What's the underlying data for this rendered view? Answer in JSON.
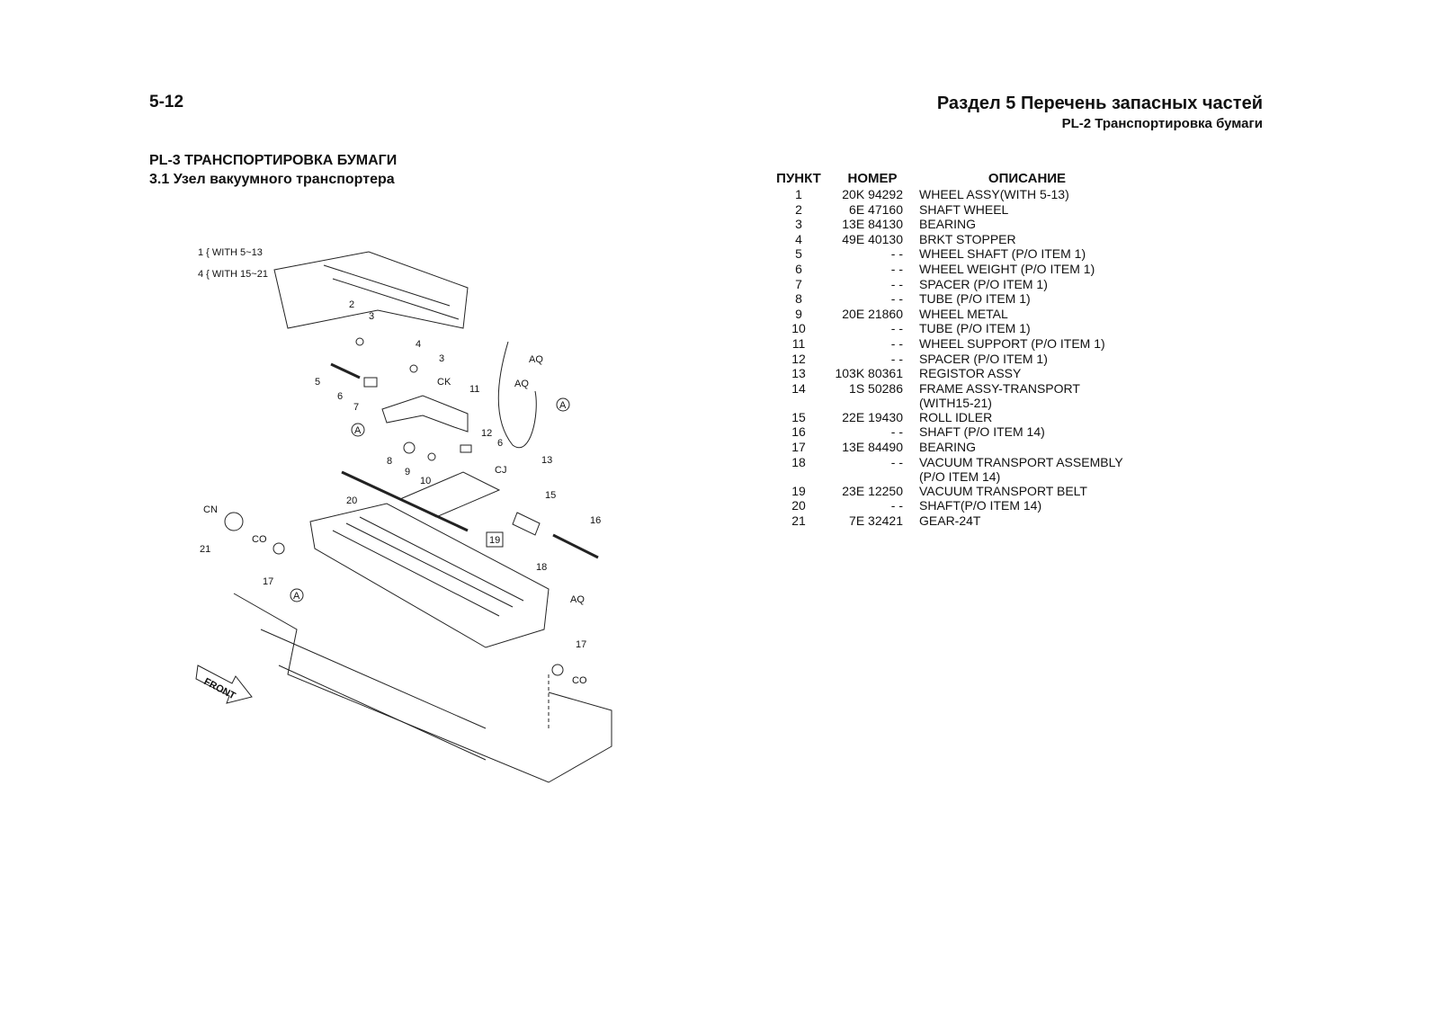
{
  "header": {
    "page_number": "5-12",
    "section_title": "Раздел 5 Перечень запасных частей",
    "section_subtitle": "PL-2 Транспортировка бумаги"
  },
  "figure": {
    "title": "PL-3 ТРАНСПОРТИРОВКА БУМАГИ",
    "subtitle": "3.1 Узел вакуумного транспортера",
    "legend_1": "1 { WITH 5~13",
    "legend_4": "4 { WITH 15~21",
    "front_label": "FRONT",
    "callouts": [
      "1",
      "2",
      "3",
      "3",
      "4",
      "5",
      "6",
      "6",
      "7",
      "8",
      "9",
      "10",
      "11",
      "12",
      "13",
      "15",
      "16",
      "17",
      "17",
      "18",
      "19",
      "20",
      "21"
    ],
    "connectors": [
      "AQ",
      "AQ",
      "AQ",
      "CK",
      "CJ",
      "CN",
      "CO",
      "CO",
      "A",
      "A",
      "A"
    ]
  },
  "table": {
    "headers": {
      "item": "ПУНКТ",
      "number": "НОМЕР",
      "description": "ОПИСАНИЕ"
    },
    "rows": [
      {
        "item": "1",
        "number": "20K 94292",
        "desc": "WHEEL ASSY(WITH 5-13)",
        "desc2": ""
      },
      {
        "item": "2",
        "number": "6E 47160",
        "desc": "SHAFT WHEEL",
        "desc2": ""
      },
      {
        "item": "3",
        "number": "13E 84130",
        "desc": "BEARING",
        "desc2": ""
      },
      {
        "item": "4",
        "number": "49E 40130",
        "desc": "BRKT STOPPER",
        "desc2": ""
      },
      {
        "item": "5",
        "number": "- -",
        "desc": "WHEEL SHAFT (P/O ITEM 1)",
        "desc2": ""
      },
      {
        "item": "6",
        "number": "- -",
        "desc": "WHEEL WEIGHT (P/O ITEM 1)",
        "desc2": ""
      },
      {
        "item": "7",
        "number": "- -",
        "desc": "SPACER (P/O ITEM 1)",
        "desc2": ""
      },
      {
        "item": "8",
        "number": "- -",
        "desc": "TUBE (P/O ITEM 1)",
        "desc2": ""
      },
      {
        "item": "9",
        "number": "20E 21860",
        "desc": "WHEEL METAL",
        "desc2": ""
      },
      {
        "item": "10",
        "number": "- -",
        "desc": "TUBE (P/O ITEM 1)",
        "desc2": ""
      },
      {
        "item": "11",
        "number": "- -",
        "desc": "WHEEL SUPPORT (P/O ITEM 1)",
        "desc2": ""
      },
      {
        "item": "12",
        "number": "- -",
        "desc": "SPACER (P/O ITEM 1)",
        "desc2": ""
      },
      {
        "item": "13",
        "number": "103K 80361",
        "desc": "REGISTOR ASSY",
        "desc2": ""
      },
      {
        "item": "14",
        "number": "1S 50286",
        "desc": "FRAME ASSY-TRANSPORT",
        "desc2": "(WITH15-21)"
      },
      {
        "item": "15",
        "number": "22E 19430",
        "desc": "ROLL IDLER",
        "desc2": ""
      },
      {
        "item": "16",
        "number": "- -",
        "desc": "SHAFT (P/O ITEM 14)",
        "desc2": ""
      },
      {
        "item": "17",
        "number": "13E 84490",
        "desc": "BEARING",
        "desc2": ""
      },
      {
        "item": "18",
        "number": "- -",
        "desc": "VACUUM TRANSPORT ASSEMBLY",
        "desc2": "(P/O ITEM 14)"
      },
      {
        "item": "19",
        "number": "23E 12250",
        "desc": "VACUUM TRANSPORT  BELT",
        "desc2": ""
      },
      {
        "item": "20",
        "number": "- -",
        "desc": "SHAFT(P/O ITEM 14)",
        "desc2": ""
      },
      {
        "item": "21",
        "number": "7E 32421",
        "desc": "GEAR-24T",
        "desc2": ""
      }
    ]
  }
}
